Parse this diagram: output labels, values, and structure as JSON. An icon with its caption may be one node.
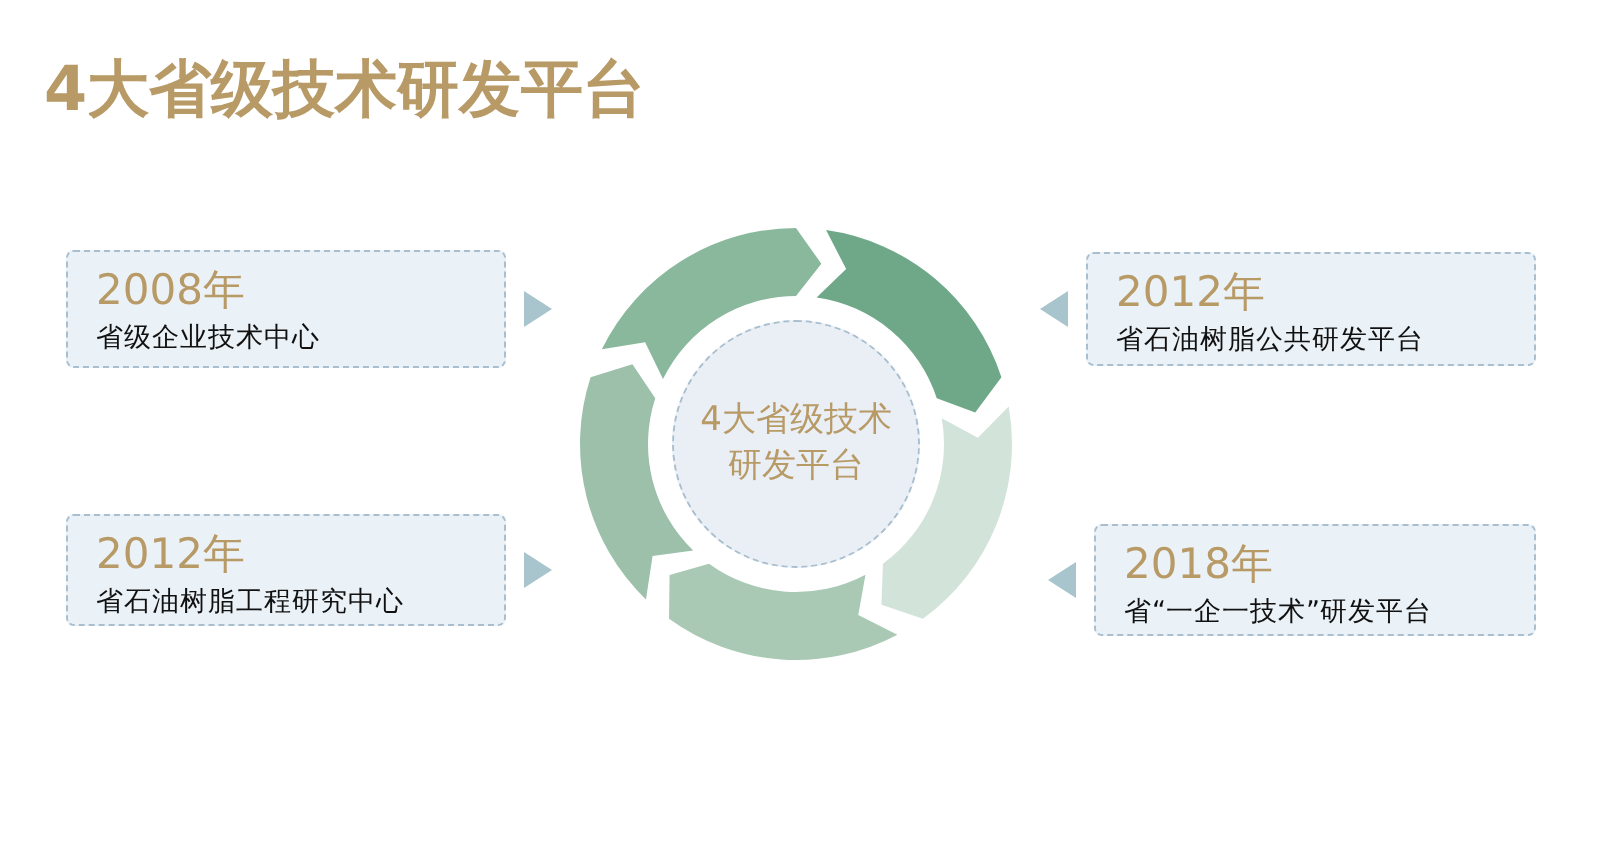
{
  "diagram": {
    "title": "4大省级技术研发平台",
    "nodes": [
      {
        "text": [
          "2008年",
          "省级企业技术中心"
        ]
      },
      {
        "text": [
          "2012年",
          "省石油树脂公共研发平台"
        ]
      },
      {
        "text": [
          "4大省级技术研发平台"
        ]
      },
      {
        "text": [
          "2012年",
          "省石油树脂工程研究中心"
        ]
      },
      {
        "text": [
          "2018年",
          "省“一企一技术”研发平台"
        ]
      }
    ],
    "edges": [
      {
        "from": 0,
        "to": 2,
        "arrow": "to"
      },
      {
        "from": 1,
        "to": 2,
        "arrow": "to"
      },
      {
        "from": 3,
        "to": 2,
        "arrow": "to"
      },
      {
        "from": 4,
        "to": 2,
        "arrow": "to"
      }
    ]
  }
}
